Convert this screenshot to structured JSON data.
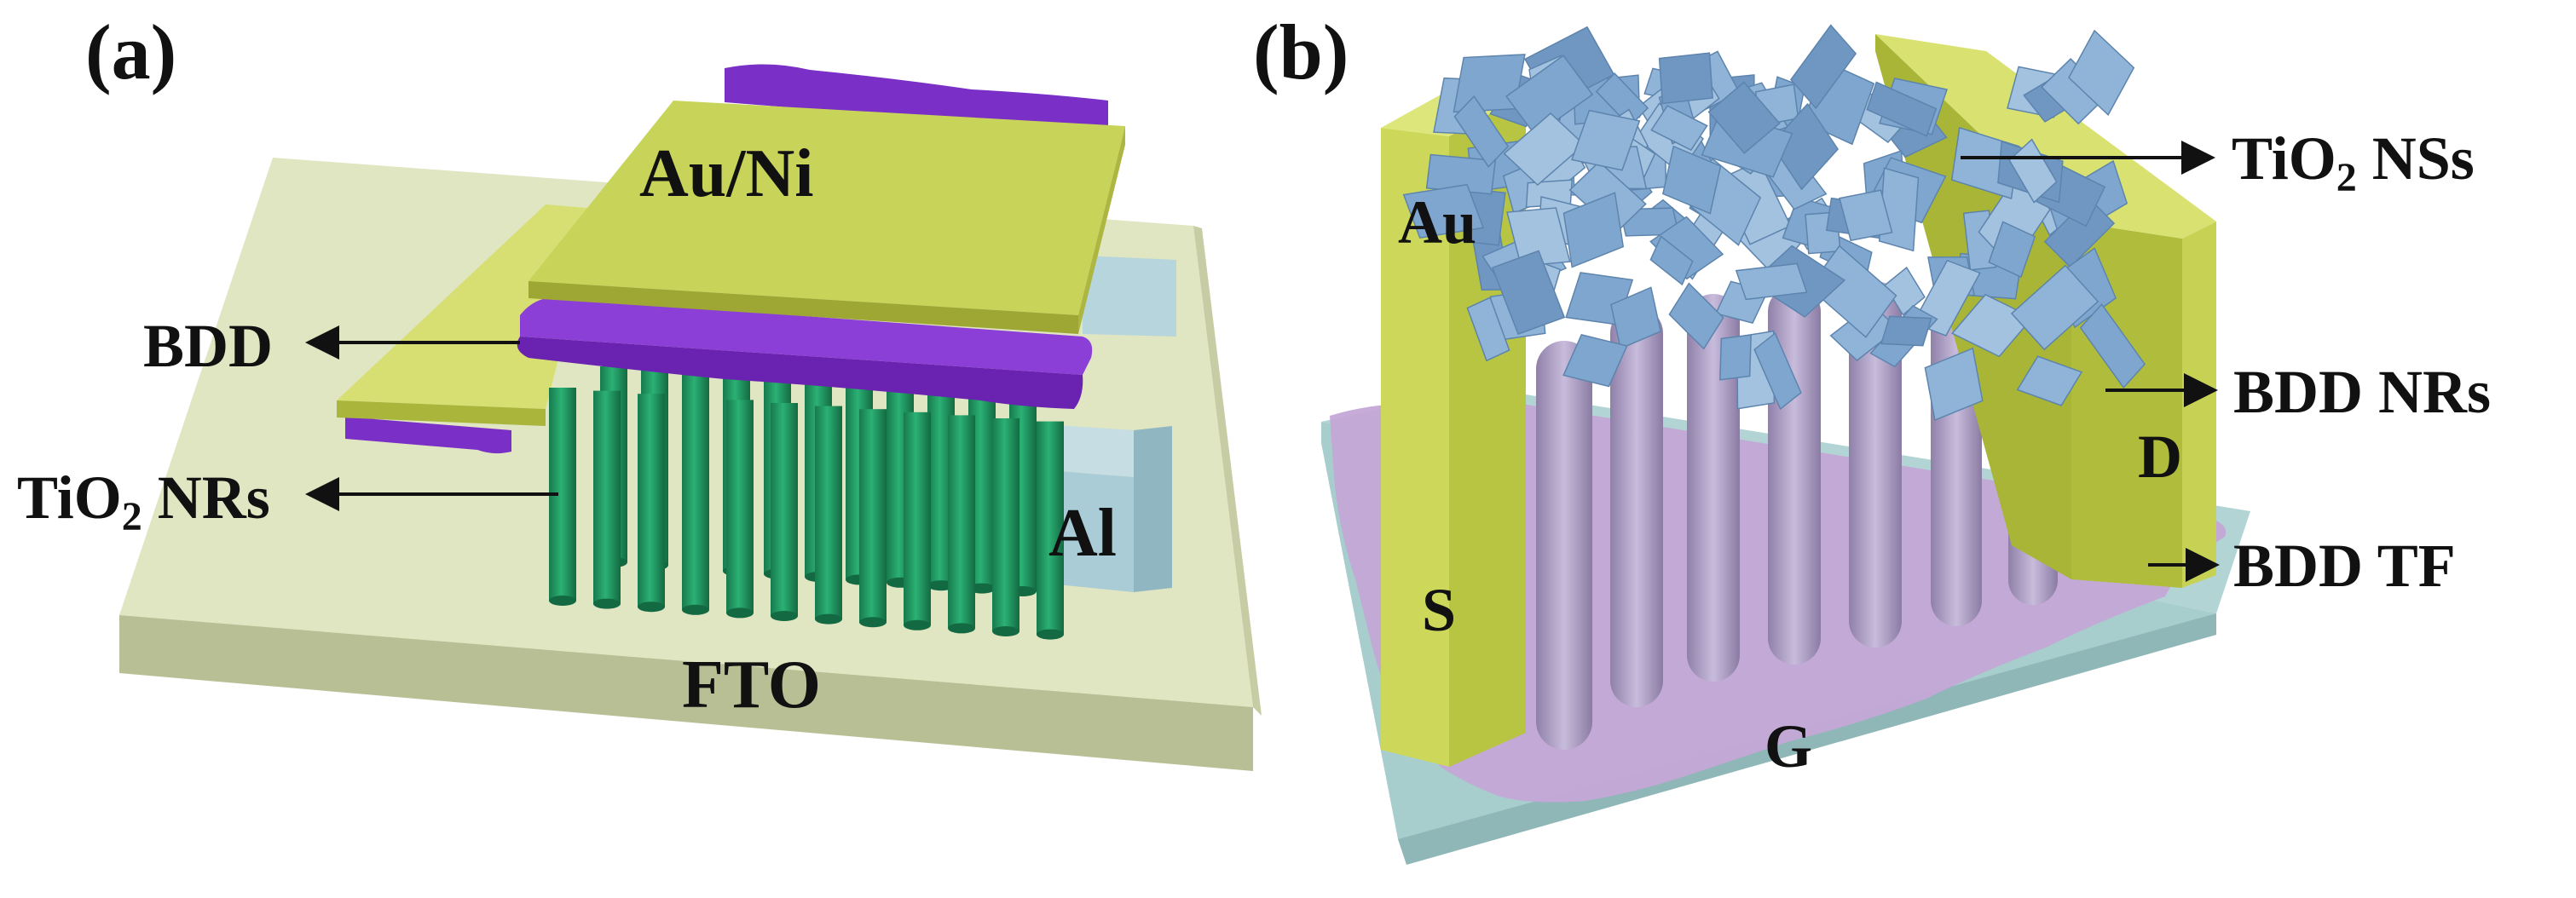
{
  "panel_a": {
    "label": "(a)",
    "layers": {
      "top_electrode": "Au/Ni",
      "bdd": "BDD",
      "nanorods_main": "TiO",
      "nanorods_sub": "2",
      "nanorods_tail": " NRs",
      "bottom_contact": "Al",
      "substrate": "FTO"
    }
  },
  "panel_b": {
    "label": "(b)",
    "layers": {
      "nanosheets_main": "TiO",
      "nanosheets_sub": "2",
      "nanosheets_tail": " NSs",
      "source_metal": "Au",
      "source": "S",
      "drain": "D",
      "nanorods": "BDD NRs",
      "thin_film": "BDD TF",
      "gate": "G"
    }
  },
  "colors": {
    "electrode": "#c8d35a",
    "bdd_purple": "#7a2fc6",
    "tio2_rods": "#1f9a62",
    "fto_substrate": "#d9dfb8",
    "al_contact": "#a9ccd6",
    "nanosheets": "#8fb4d8",
    "bdd_rods": "#b4a6c9",
    "bdd_film": "#c4a6d6",
    "gate_base": "#a8cdcd"
  }
}
